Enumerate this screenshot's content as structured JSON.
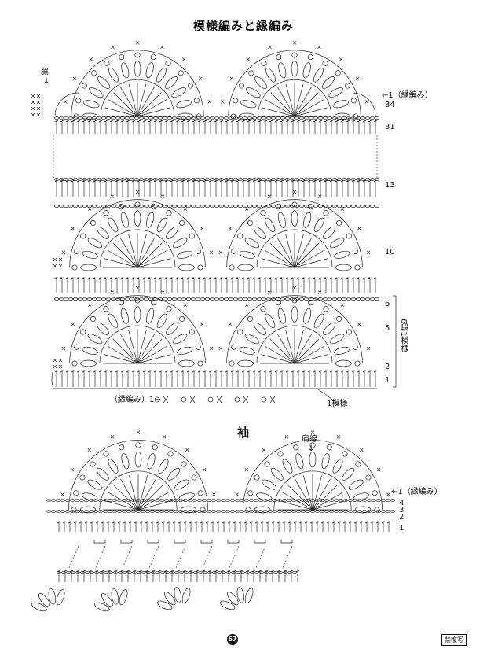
{
  "title_main": "模様編みと縁編み",
  "title_sleeve": "袖",
  "labels": {
    "side": "脇",
    "shoulder": "肩線",
    "edge_right_top": "←1（縁編み）",
    "edge_left_bottom": "（縁編み）1→",
    "edge_right_sleeve": "←1（縁編み）",
    "one_pattern": "1模様",
    "repeat_rows": "6段1模様"
  },
  "row_numbers_body": [
    "34",
    "31",
    "13",
    "10",
    "6",
    "5",
    "2",
    "1"
  ],
  "row_numbers_sleeve": [
    "4",
    "3",
    "2",
    "1"
  ],
  "page_number": "67",
  "stamp": "禁複写"
}
